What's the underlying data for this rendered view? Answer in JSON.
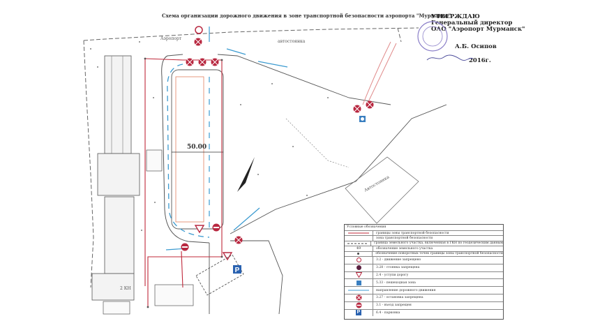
{
  "document": {
    "title": "Схема организации дорожного движения в зоне транспортной безопасности аэропорта \"Мурманск\"",
    "approval": {
      "heading": "УТВЕРЖДАЮ",
      "position": "Генеральный директор",
      "org": "ОАО \"Аэропорт Мурманск\"",
      "signatory": "А.Б. Осипов",
      "date_suffix": "2016г."
    }
  },
  "map": {
    "labels": {
      "airport": "Аэропорт",
      "parking": "автостоянка",
      "parking2": "Автостоянка",
      "dimension": "50.00",
      "bldg_kn": "2 КН"
    }
  },
  "legend": {
    "title": "Условные обозначения",
    "rows": [
      {
        "text": "границы зоны транспортной безопасности",
        "type": "red-line"
      },
      {
        "text": "зона транспортной безопасности",
        "type": "blank"
      },
      {
        "text": "граница земельного участка, включенная в ГКН по геодезическим данным",
        "type": "dash-line"
      },
      {
        "text": "обозначение земельного участка",
        "type": "num49"
      },
      {
        "text": "обозначение поворотных точек границы зоны транспортной безопасности",
        "type": "dot"
      },
      {
        "text": "3.2 - движение запрещено",
        "type": "sign-no-entry"
      },
      {
        "text": "3.28 - стоянка запрещена",
        "type": "sign-no-parking"
      },
      {
        "text": "2.4 - уступи дорогу",
        "type": "sign-yield"
      },
      {
        "text": "5.33 - пешеходная зона",
        "type": "sign-ped"
      },
      {
        "text": "направление дорожного движения",
        "type": "arrow"
      },
      {
        "text": "3.27 - остановка запрещена",
        "type": "sign-no-stop"
      },
      {
        "text": "3.1 - въезд запрещен",
        "type": "sign-no-entry2"
      },
      {
        "text": "6.4 - парковка",
        "type": "sign-p"
      }
    ]
  },
  "colors": {
    "red": "#c0283a",
    "blue": "#3a9ad0",
    "sign_red": "#b82840",
    "sign_dark": "#5a2040",
    "line": "#444"
  }
}
